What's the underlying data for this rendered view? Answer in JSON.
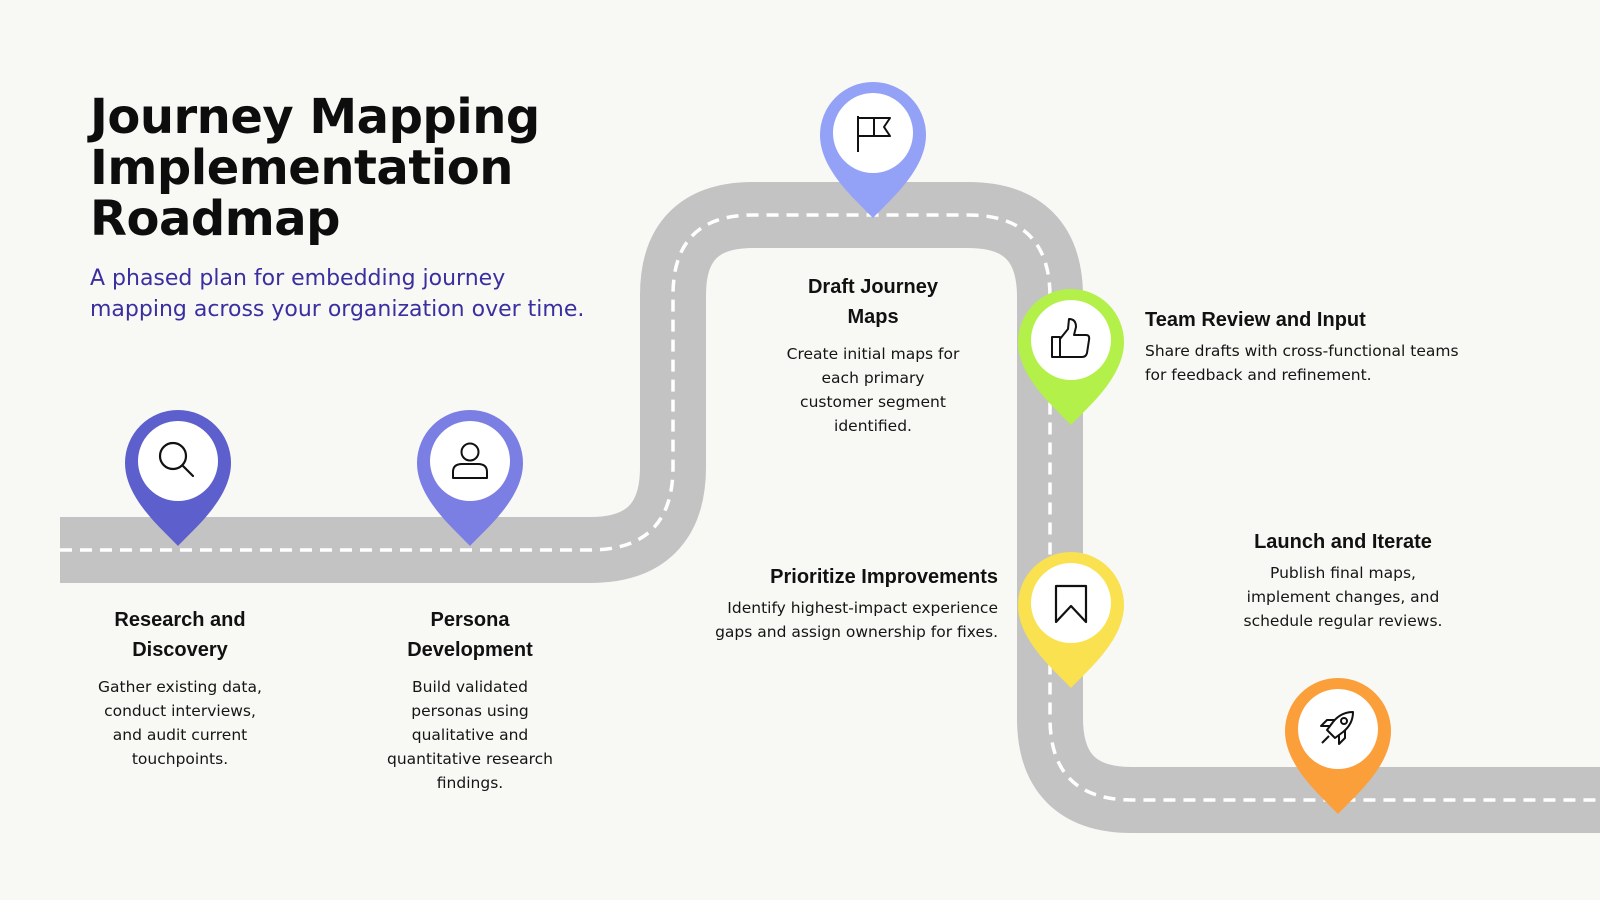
{
  "title_lines": [
    "Journey Mapping",
    "Implementation",
    "Roadmap"
  ],
  "subtitle_lines": [
    "A phased plan for embedding journey",
    "mapping across your organization over time."
  ],
  "colors": {
    "background": "#f8f8f5",
    "road": "#c3c3c3",
    "road_dash": "#ffffff",
    "subtitle": "#3a2fa0"
  },
  "steps": [
    {
      "name_lines": [
        "Research and",
        "Discovery"
      ],
      "desc_lines": [
        "Gather existing data,",
        "conduct interviews,",
        "and audit current",
        "touchpoints."
      ],
      "icon": "search-icon",
      "color": "#5d5fcc"
    },
    {
      "name_lines": [
        "Persona",
        "Development"
      ],
      "desc_lines": [
        "Build validated",
        "personas using",
        "qualitative and",
        "quantitative research",
        "findings."
      ],
      "icon": "person-icon",
      "color": "#7b7fe3"
    },
    {
      "name_lines": [
        "Draft Journey",
        "Maps"
      ],
      "desc_lines": [
        "Create initial maps for",
        "each primary",
        "customer segment",
        "identified."
      ],
      "icon": "flag-icon",
      "color": "#93a2f7"
    },
    {
      "name_lines": [
        "Team Review and Input"
      ],
      "desc_lines": [
        "Share drafts with cross-functional teams",
        "for feedback and refinement."
      ],
      "icon": "thumbs-up-icon",
      "color": "#b3f04a"
    },
    {
      "name_lines": [
        "Prioritize Improvements"
      ],
      "desc_lines": [
        "Identify highest-impact experience",
        "gaps and assign ownership for fixes."
      ],
      "icon": "bookmark-icon",
      "color": "#f9e14f"
    },
    {
      "name_lines": [
        "Launch and Iterate"
      ],
      "desc_lines": [
        "Publish final maps,",
        "implement changes, and",
        "schedule regular reviews."
      ],
      "icon": "rocket-icon",
      "color": "#fb9f3a"
    }
  ]
}
